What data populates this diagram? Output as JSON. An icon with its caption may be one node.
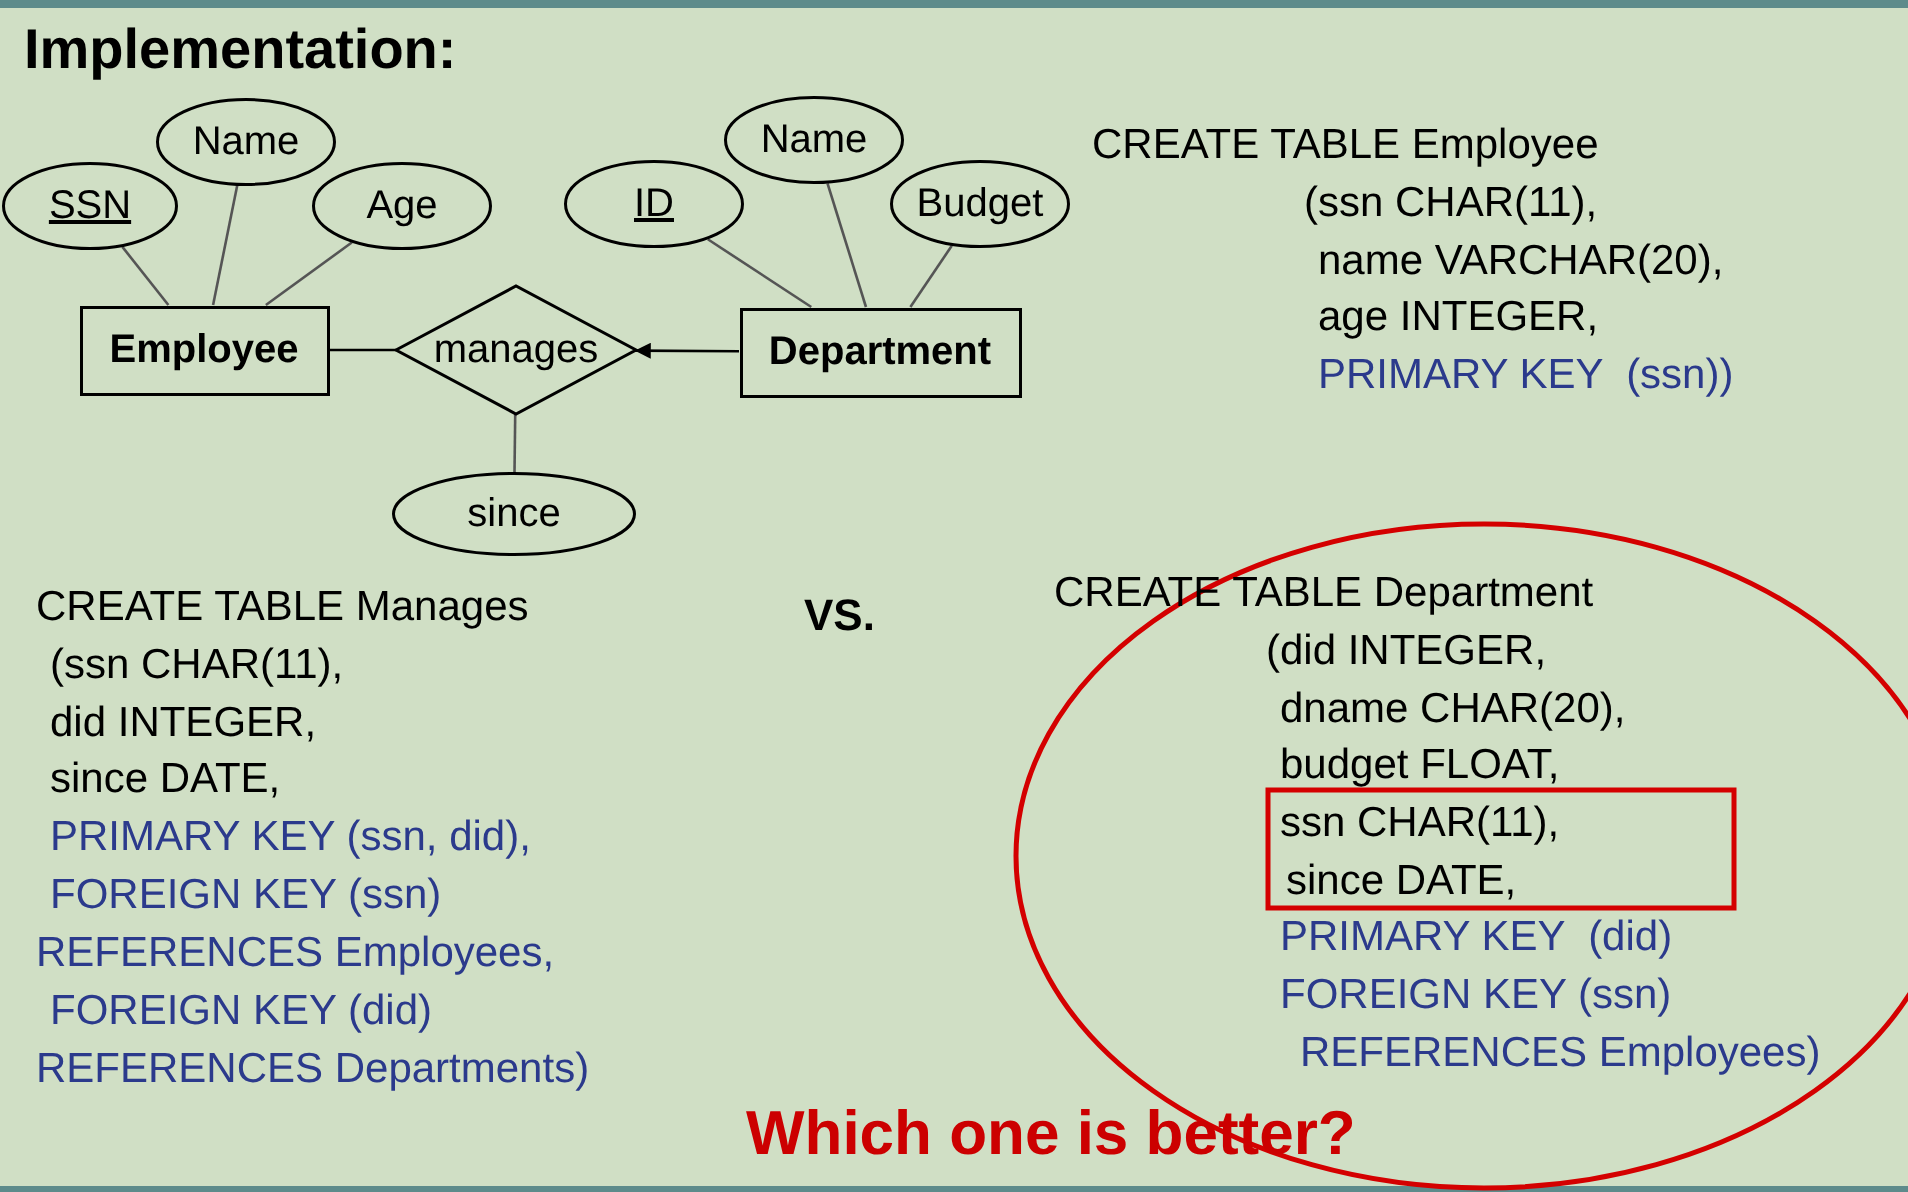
{
  "diagram": {
    "title": "Implementation:",
    "nodes": [
      {
        "text": [
          "Employee"
        ]
      },
      {
        "text": [
          "manages"
        ]
      },
      {
        "text": [
          "Department"
        ]
      },
      {
        "text": [
          "SSN"
        ]
      },
      {
        "text": [
          "Name"
        ]
      },
      {
        "text": [
          "Age"
        ]
      },
      {
        "text": [
          "ID"
        ]
      },
      {
        "text": [
          "Name"
        ]
      },
      {
        "text": [
          "Budget"
        ]
      },
      {
        "text": [
          "since"
        ]
      }
    ],
    "edges": [
      {
        "from": 3,
        "to": 0,
        "arrow": "none"
      },
      {
        "from": 4,
        "to": 0,
        "arrow": "none"
      },
      {
        "from": 5,
        "to": 0,
        "arrow": "none"
      },
      {
        "from": 6,
        "to": 2,
        "arrow": "none"
      },
      {
        "from": 7,
        "to": 2,
        "arrow": "none"
      },
      {
        "from": 8,
        "to": 2,
        "arrow": "none"
      },
      {
        "from": 0,
        "to": 1,
        "arrow": "none"
      },
      {
        "from": 2,
        "to": 1,
        "arrow": "to"
      },
      {
        "from": 9,
        "to": 1,
        "arrow": "none"
      }
    ],
    "labels": [
      "CREATE TABLE Employee",
      "(ssn CHAR(11),",
      "name VARCHAR(20),",
      "age INTEGER,",
      "PRIMARY KEY  (ssn))",
      "CREATE TABLE Manages",
      "(ssn CHAR(11),",
      "did INTEGER,",
      "since DATE,",
      "PRIMARY KEY (ssn, did),",
      "FOREIGN KEY (ssn)",
      "REFERENCES Employees,",
      "FOREIGN KEY (did)",
      "REFERENCES Departments)",
      "VS.",
      "CREATE TABLE Department",
      "(did INTEGER,",
      "dname CHAR(20),",
      "budget FLOAT,",
      "ssn CHAR(11),",
      "since DATE,",
      "PRIMARY KEY  (did)",
      "FOREIGN KEY (ssn)",
      "REFERENCES Employees)",
      "Which one is better?"
    ]
  }
}
